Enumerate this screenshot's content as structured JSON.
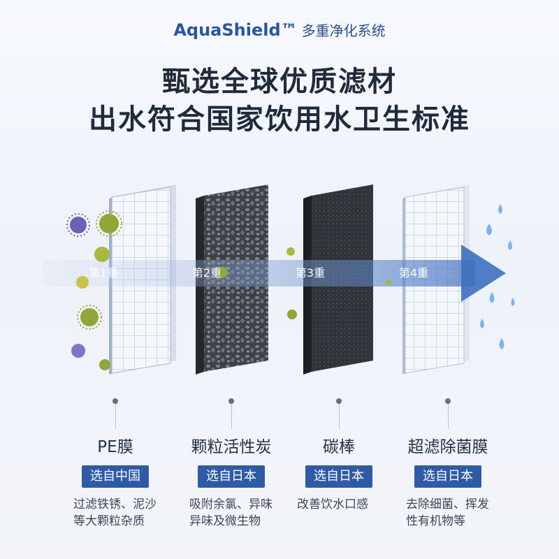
{
  "header": {
    "brand": "AquaShield™",
    "brand_sub": "多重净化系统",
    "headline_1": "甄选全球优质滤材",
    "headline_2": "出水符合国家饮用水卫生标准"
  },
  "layers": [
    {
      "tag": "第1重",
      "name": "PE膜",
      "origin": "选自中国",
      "desc": "过滤铁锈、泥沙等大颗粒杂质"
    },
    {
      "tag": "第2重",
      "name": "颗粒活性炭",
      "origin": "选自日本",
      "desc": "吸附余氯、异味异味及微生物"
    },
    {
      "tag": "第3重",
      "name": "碳棒",
      "origin": "选自日本",
      "desc": "改善饮水口感"
    },
    {
      "tag": "第4重",
      "name": "超滤除菌膜",
      "origin": "选自日本",
      "desc": "去除细菌、挥发性有机物等"
    }
  ],
  "colors": {
    "brand": "#2a56a0",
    "tag_bg": "#2f5aa6",
    "arrow": "#3f6fc0",
    "membrane": "#e9eef6",
    "carbon_granule": "#3a3d42",
    "carbon_rod": "#2c2e32"
  },
  "icons": [
    "bacteria-icon",
    "water-droplet-icon",
    "arrow-right-icon"
  ]
}
